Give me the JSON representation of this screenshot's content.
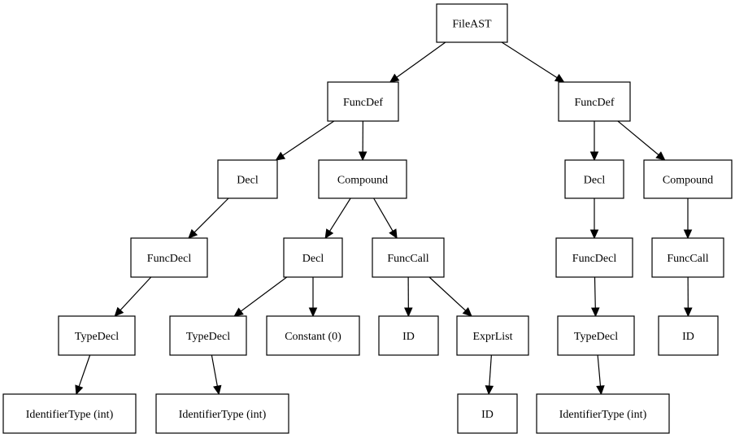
{
  "diagram": {
    "nodes": [
      {
        "id": "n1",
        "label": "FileAST"
      },
      {
        "id": "n2",
        "label": "FuncDef"
      },
      {
        "id": "n3",
        "label": "FuncDef"
      },
      {
        "id": "n4",
        "label": "Decl"
      },
      {
        "id": "n5",
        "label": "Compound"
      },
      {
        "id": "n6",
        "label": "Decl"
      },
      {
        "id": "n7",
        "label": "Compound"
      },
      {
        "id": "n8",
        "label": "FuncDecl"
      },
      {
        "id": "n9",
        "label": "Decl"
      },
      {
        "id": "n10",
        "label": "FuncCall"
      },
      {
        "id": "n11",
        "label": "FuncDecl"
      },
      {
        "id": "n12",
        "label": "FuncCall"
      },
      {
        "id": "n13",
        "label": "TypeDecl"
      },
      {
        "id": "n14",
        "label": "TypeDecl"
      },
      {
        "id": "n15",
        "label": "Constant (0)"
      },
      {
        "id": "n16",
        "label": "ID"
      },
      {
        "id": "n17",
        "label": "ExprList"
      },
      {
        "id": "n18",
        "label": "TypeDecl"
      },
      {
        "id": "n19",
        "label": "ID"
      },
      {
        "id": "n20",
        "label": "IdentifierType (int)"
      },
      {
        "id": "n21",
        "label": "IdentifierType (int)"
      },
      {
        "id": "n22",
        "label": "ID"
      },
      {
        "id": "n23",
        "label": "IdentifierType (int)"
      }
    ],
    "edges": [
      {
        "from": "n1",
        "to": "n2"
      },
      {
        "from": "n1",
        "to": "n3"
      },
      {
        "from": "n2",
        "to": "n4"
      },
      {
        "from": "n2",
        "to": "n5"
      },
      {
        "from": "n3",
        "to": "n6"
      },
      {
        "from": "n3",
        "to": "n7"
      },
      {
        "from": "n4",
        "to": "n8"
      },
      {
        "from": "n5",
        "to": "n9"
      },
      {
        "from": "n5",
        "to": "n10"
      },
      {
        "from": "n6",
        "to": "n11"
      },
      {
        "from": "n7",
        "to": "n12"
      },
      {
        "from": "n8",
        "to": "n13"
      },
      {
        "from": "n9",
        "to": "n14"
      },
      {
        "from": "n9",
        "to": "n15"
      },
      {
        "from": "n10",
        "to": "n16"
      },
      {
        "from": "n10",
        "to": "n17"
      },
      {
        "from": "n11",
        "to": "n18"
      },
      {
        "from": "n12",
        "to": "n19"
      },
      {
        "from": "n13",
        "to": "n20"
      },
      {
        "from": "n14",
        "to": "n21"
      },
      {
        "from": "n17",
        "to": "n22"
      },
      {
        "from": "n18",
        "to": "n23"
      }
    ]
  }
}
